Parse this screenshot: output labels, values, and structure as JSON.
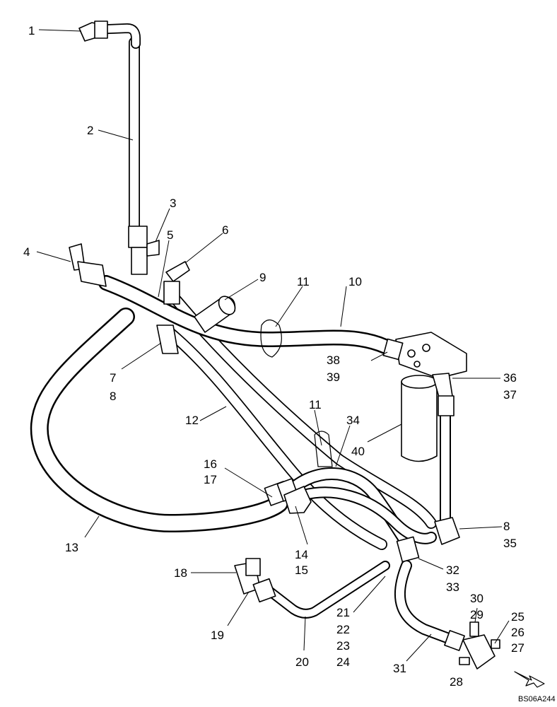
{
  "callouts": {
    "c1": "1",
    "c2": "2",
    "c3": "3",
    "c4": "4",
    "c5": "5",
    "c6": "6",
    "c7": "7",
    "c8a": "8",
    "c9": "9",
    "c10": "10",
    "c11a": "11",
    "c11b": "11",
    "c12": "12",
    "c13": "13",
    "c14": "14",
    "c15": "15",
    "c16": "16",
    "c17": "17",
    "c18": "18",
    "c19": "19",
    "c20": "20",
    "c21": "21",
    "c22": "22",
    "c23": "23",
    "c24": "24",
    "c25": "25",
    "c26": "26",
    "c27": "27",
    "c28": "28",
    "c29": "29",
    "c30": "30",
    "c31": "31",
    "c32": "32",
    "c33": "33",
    "c34": "34",
    "c8b": "8",
    "c35": "35",
    "c36": "36",
    "c37": "37",
    "c38": "38",
    "c39": "39",
    "c40": "40"
  },
  "drawing_code": "BS06A244",
  "direction_arrow_icon": "arrow-down-right-icon"
}
